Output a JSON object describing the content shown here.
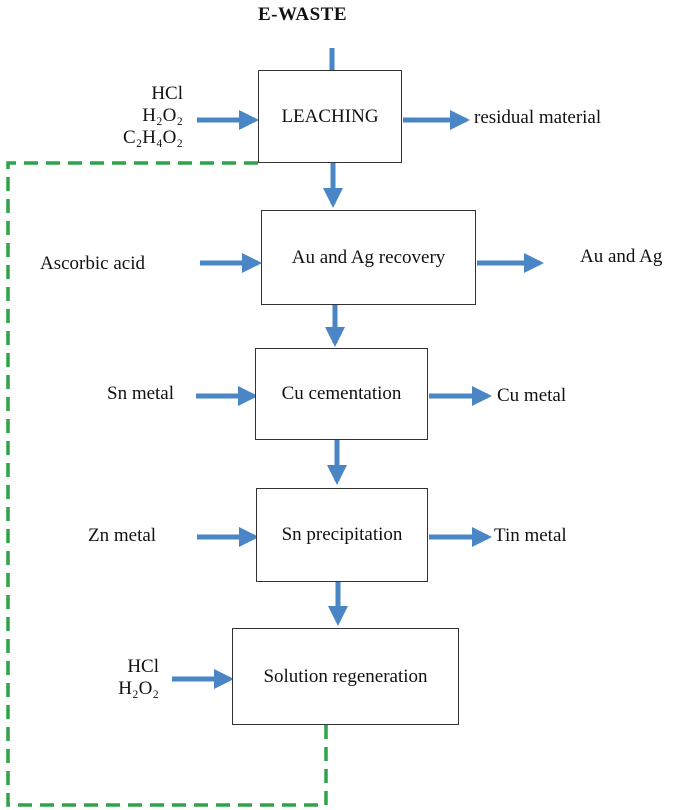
{
  "title": "E-WASTE",
  "colors": {
    "arrow": "#4a86c5",
    "loop": "#2ea34a",
    "box_border": "#333333"
  },
  "steps": [
    {
      "label": "LEACHING",
      "inputs": [
        "HCl",
        "H₂O₂",
        "C₂H₄O₂"
      ],
      "output": "residual material"
    },
    {
      "label": "Au and Ag recovery",
      "inputs": [
        "Ascorbic acid"
      ],
      "output": "Au and Ag"
    },
    {
      "label": "Cu cementation",
      "inputs": [
        "Sn metal"
      ],
      "output": "Cu metal"
    },
    {
      "label": "Sn precipitation",
      "inputs": [
        "Zn metal"
      ],
      "output": "Tin metal"
    },
    {
      "label": "Solution regeneration",
      "inputs": [
        "HCl",
        "H₂O₂"
      ]
    }
  ]
}
